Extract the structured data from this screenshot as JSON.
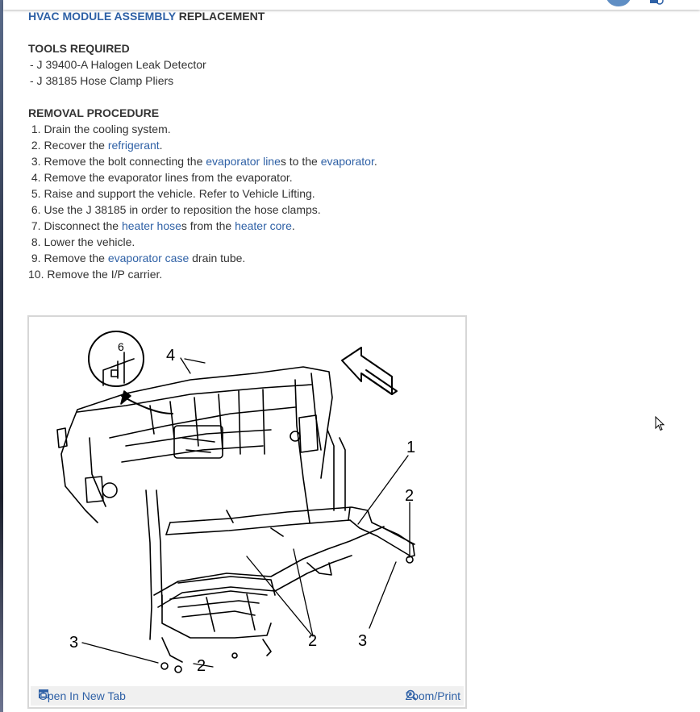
{
  "header": {
    "title_accent": "HVAC MODULE ASSEMBLY",
    "title_rest": " REPLACEMENT"
  },
  "tools": {
    "heading": "TOOLS REQUIRED",
    "items": [
      "-  J 39400-A Halogen Leak Detector",
      "-  J 38185 Hose Clamp Pliers"
    ]
  },
  "procedure": {
    "heading": "REMOVAL PROCEDURE",
    "steps": [
      {
        "num": "1.",
        "pre": "Drain the cooling system.",
        "l1": "",
        "mid": "",
        "l2": "",
        "post": ""
      },
      {
        "num": "2.",
        "pre": "Recover the ",
        "l1": "refrigerant",
        "mid": ".",
        "l2": "",
        "post": ""
      },
      {
        "num": "3.",
        "pre": "Remove the bolt connecting the ",
        "l1": "evaporator line",
        "mid": "s to the ",
        "l2": "evaporator",
        "post": "."
      },
      {
        "num": "4.",
        "pre": "Remove the evaporator lines from the evaporator.",
        "l1": "",
        "mid": "",
        "l2": "",
        "post": ""
      },
      {
        "num": "5.",
        "pre": "Raise and support the vehicle. Refer to Vehicle Lifting.",
        "l1": "",
        "mid": "",
        "l2": "",
        "post": ""
      },
      {
        "num": "6.",
        "pre": "Use the J 38185 in order to reposition the hose clamps.",
        "l1": "",
        "mid": "",
        "l2": "",
        "post": ""
      },
      {
        "num": "7.",
        "pre": "Disconnect the ",
        "l1": "heater hose",
        "mid": "s from the ",
        "l2": "heater core",
        "post": "."
      },
      {
        "num": "8.",
        "pre": "Lower the vehicle.",
        "l1": "",
        "mid": "",
        "l2": "",
        "post": ""
      },
      {
        "num": "9.",
        "pre": "Remove the ",
        "l1": "evaporator case",
        "mid": " drain tube.",
        "l2": "",
        "post": ""
      },
      {
        "num": "10.",
        "pre": "Remove the I/P carrier.",
        "l1": "",
        "mid": "",
        "l2": "",
        "post": ""
      }
    ]
  },
  "figure": {
    "callouts": [
      "1",
      "2",
      "2",
      "2",
      "3",
      "3",
      "4",
      "6"
    ],
    "open_label": "Open In New Tab",
    "zoom_label": "Zoom/Print"
  },
  "colors": {
    "link": "#2f61a6",
    "text": "#333333",
    "bar": "#f0f0f0"
  },
  "icons": [
    "open-tab-icon",
    "zoom-icon",
    "mouse-cursor-icon",
    "avatar",
    "notification-icon"
  ]
}
